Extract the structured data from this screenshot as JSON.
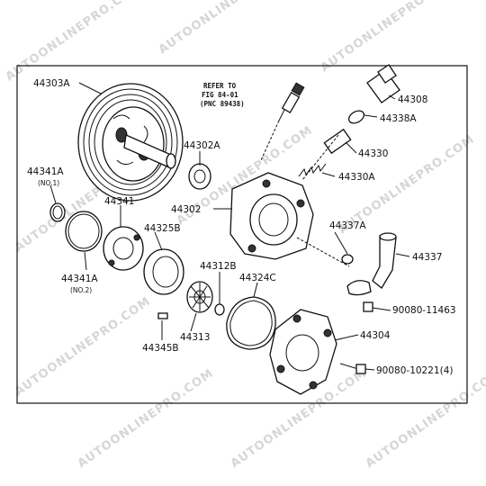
{
  "reference_note": {
    "line1": "REFER TO",
    "line2": "FIG 84-01",
    "line3": "(PNC 89438)"
  },
  "watermark": "AUTOONLINEPRO.COM",
  "labels": {
    "p44303A": "44303A",
    "p44308": "44308",
    "p44338A": "44338A",
    "p44330": "44330",
    "p44330A": "44330A",
    "p44302A": "44302A",
    "p44302": "44302",
    "p44341A_1": "44341A",
    "no1": "(NO.1)",
    "p44341": "44341",
    "p44325B": "44325B",
    "p44337A": "44337A",
    "p44337": "44337",
    "p44341A_2": "44341A",
    "no2": "(NO.2)",
    "p44312B": "44312B",
    "p44324C": "44324C",
    "p90080_11463": "90080-11463",
    "p44304": "44304",
    "p44313": "44313",
    "p44345B": "44345B",
    "p90080_10221": "90080-10221(4)"
  }
}
